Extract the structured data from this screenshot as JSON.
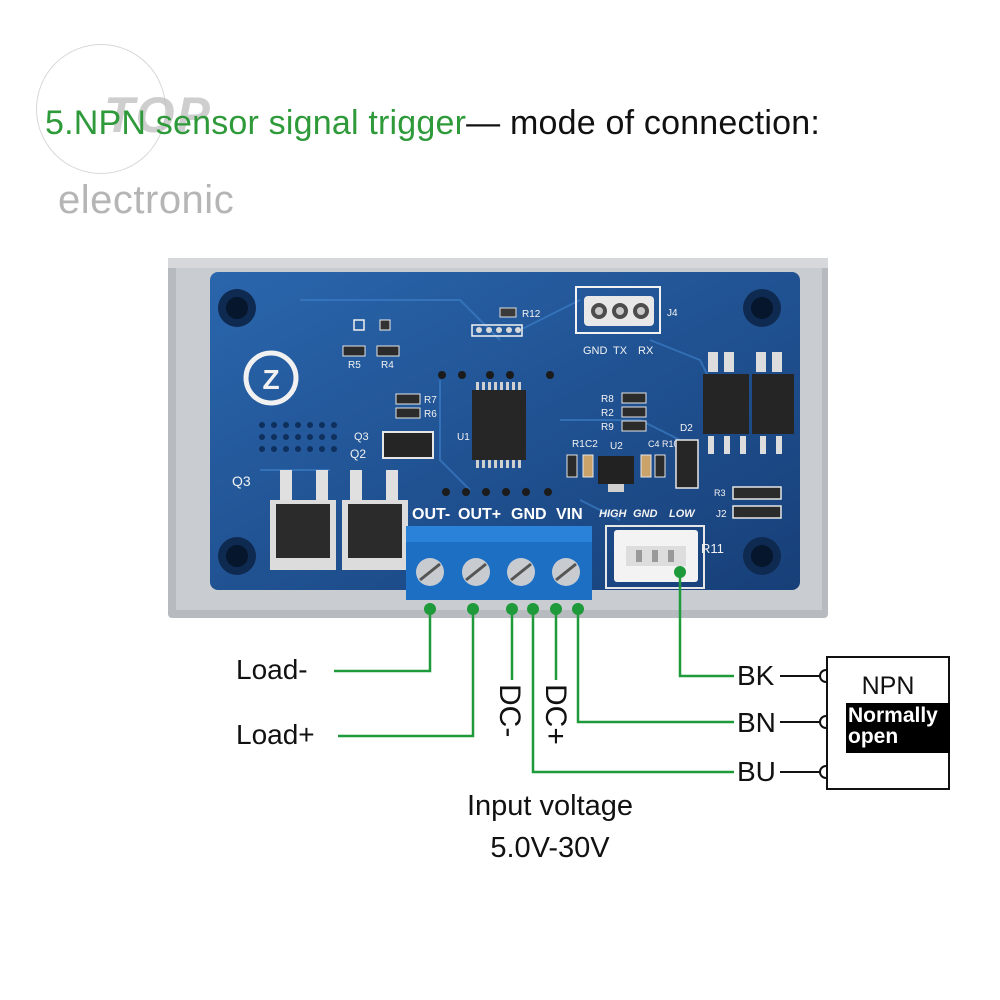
{
  "title": {
    "part_green": "5.NPN sensor signal trigger",
    "part_black": "— mode of connection:"
  },
  "watermark": {
    "logo": "TOP",
    "text": "electronic"
  },
  "board": {
    "terminal_labels": [
      "OUT-",
      "OUT+",
      "GND",
      "VIN"
    ],
    "sensor_port_labels": [
      "HIGH",
      "GND",
      "LOW"
    ],
    "serial_labels": [
      "GND",
      "TX",
      "RX"
    ],
    "component_labels": [
      "R12",
      "J4",
      "R5",
      "R4",
      "R7",
      "R6",
      "R8",
      "R2",
      "R9",
      "U1",
      "R1",
      "C2",
      "U2",
      "C4",
      "R10",
      "D2",
      "Q3",
      "Q2",
      "Q3",
      "R11",
      "R3",
      "J2"
    ]
  },
  "wires": {
    "load_minus": "Load-",
    "load_plus": "Load+",
    "dc_minus": "DC-",
    "dc_plus": "DC+",
    "bk": "BK",
    "bn": "BN",
    "bu": "BU"
  },
  "input_voltage": {
    "line1": "Input voltage",
    "line2": "5.0V-30V"
  },
  "sensor": {
    "type": "NPN",
    "mode": "Normally open"
  },
  "colors": {
    "wire_green": "#1f9a3a",
    "pcb_blue": "#1f4f8f",
    "terminal_blue": "#1d73c9",
    "case_gray": "#b9bcc0"
  }
}
